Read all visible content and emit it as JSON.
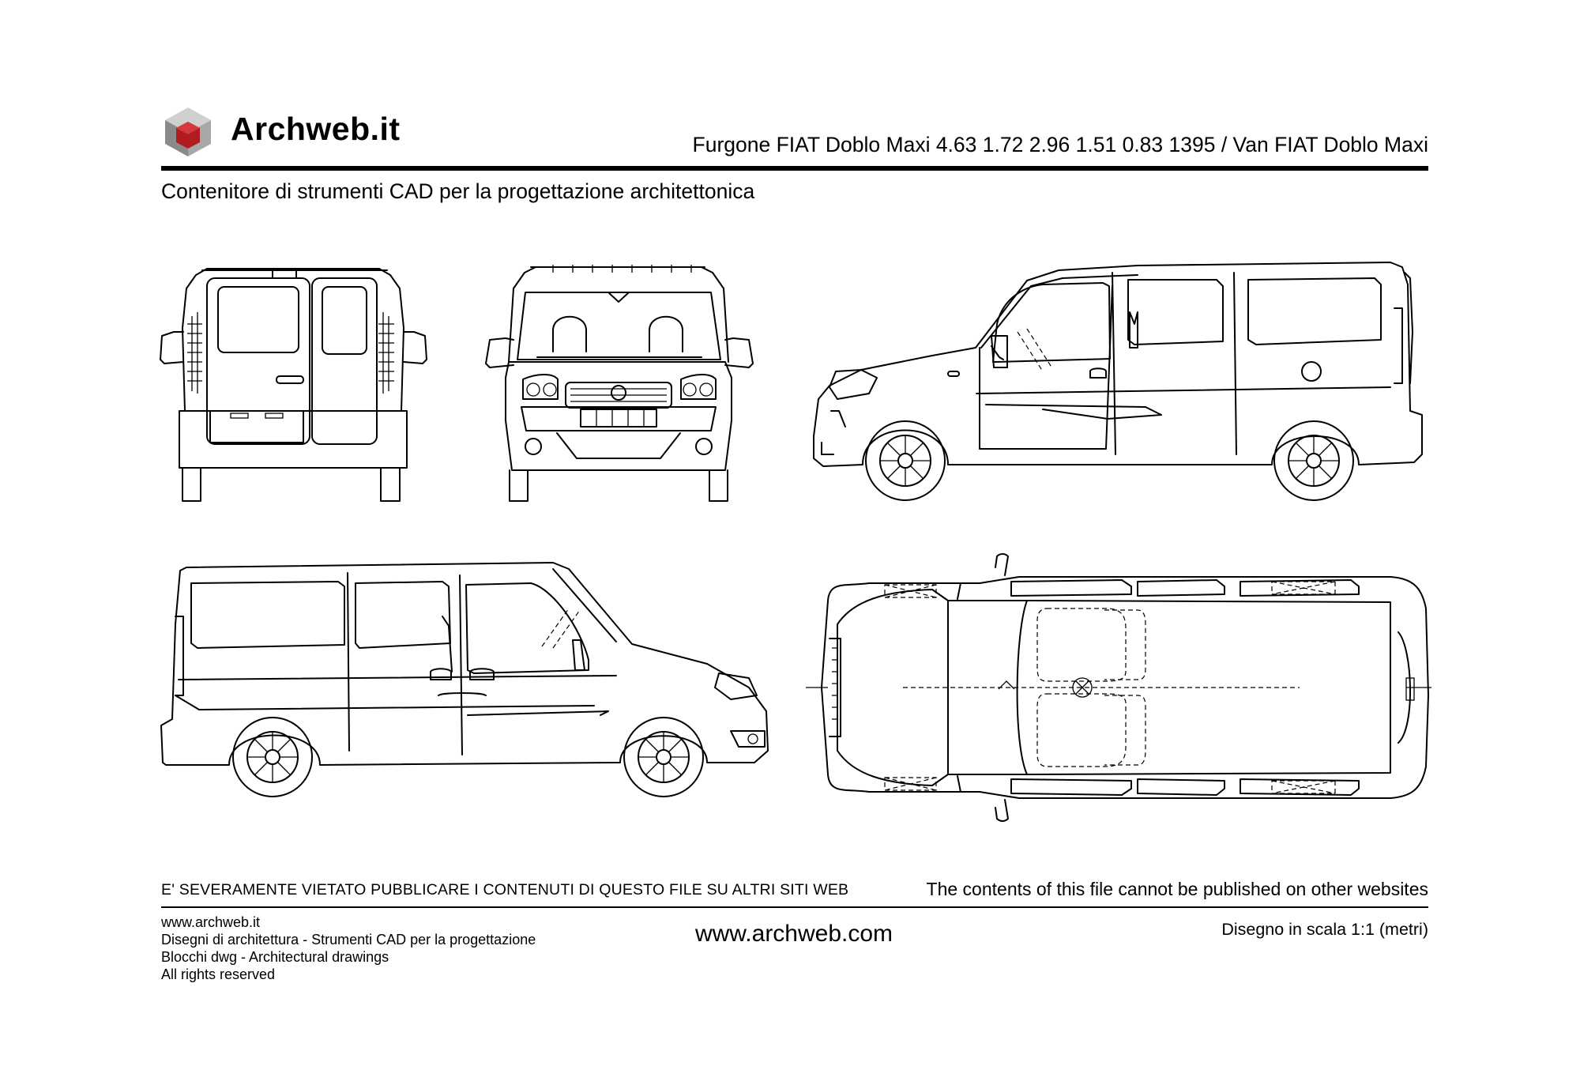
{
  "header": {
    "brand": "Archweb.it",
    "logo_icon": "cube-logo-icon",
    "title": "Furgone FIAT Doblo Maxi 4.63 1.72 2.96 1.51 0.83 1395  /  Van FIAT Doblo Maxi",
    "subtitle": "Contenitore di strumenti CAD per la progettazione architettonica"
  },
  "drawing": {
    "views": [
      "rear-view",
      "front-view",
      "right-side-view",
      "left-side-view",
      "top-view"
    ]
  },
  "footer": {
    "warning_it": "E' SEVERAMENTE VIETATO PUBBLICARE I CONTENUTI DI QUESTO FILE SU ALTRI SITI WEB",
    "warning_en": "The contents of this file cannot be published on other websites",
    "lines": [
      "www.archweb.it",
      "Disegni di architettura - Strumenti CAD  per la progettazione",
      "Blocchi dwg - Architectural drawings",
      "All rights reserved"
    ],
    "url": "www.archweb.com",
    "scale": "Disegno in scala 1:1 (metri)"
  },
  "colors": {
    "logo_red": "#b01c22",
    "logo_grey_light": "#c4c4c4",
    "logo_grey_dark": "#7d7d7d"
  }
}
